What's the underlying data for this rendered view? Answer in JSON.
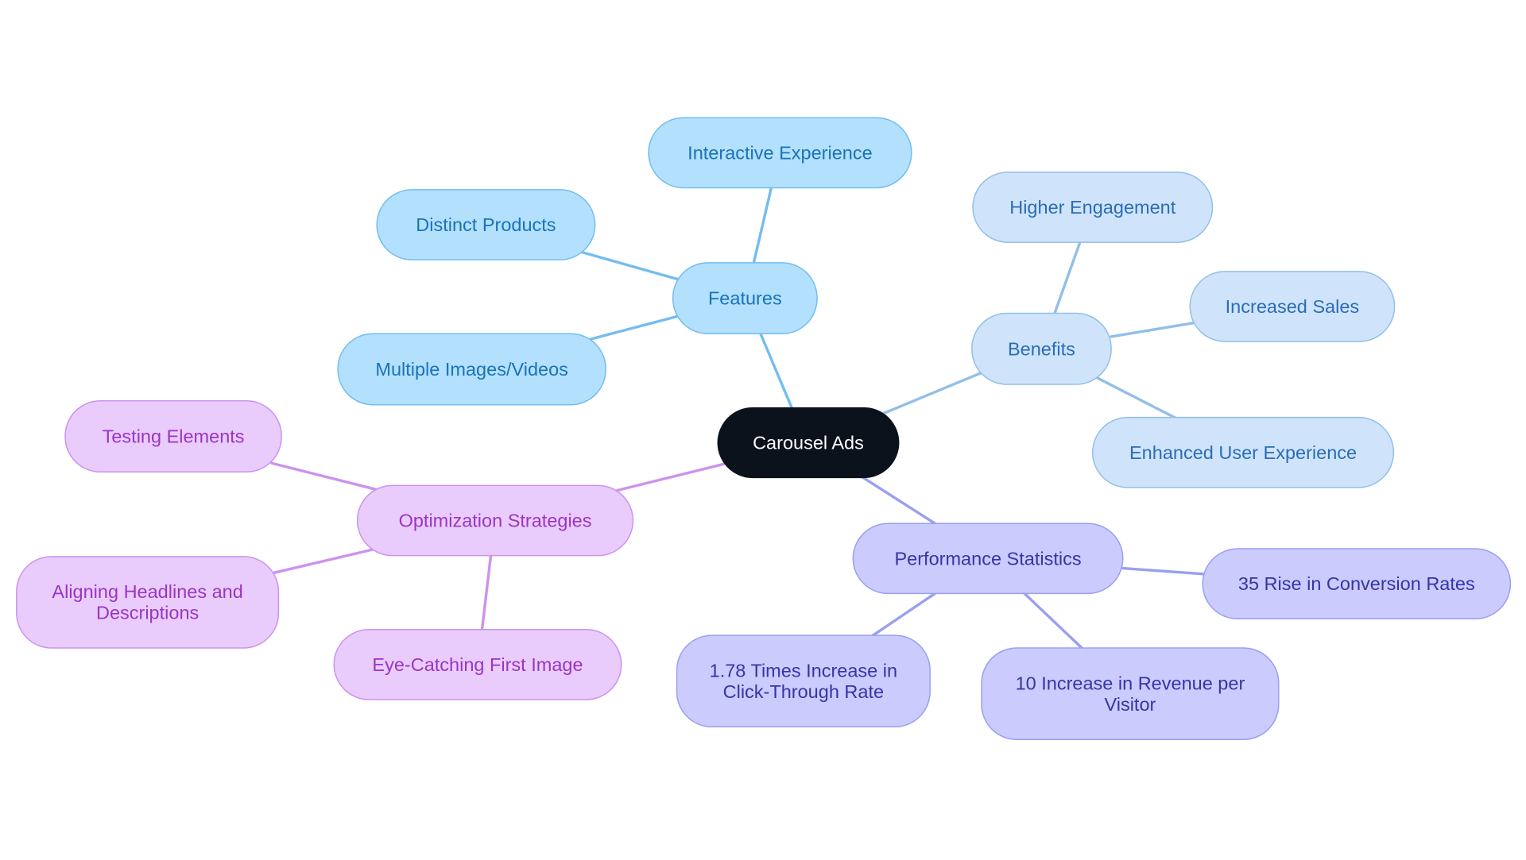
{
  "diagram": {
    "root": {
      "label": "Carousel Ads",
      "fill": "#0b121c",
      "stroke": "#0b121c",
      "text": "#ffffff"
    },
    "branches": [
      {
        "id": "features",
        "label": [
          "Features"
        ],
        "colors": {
          "fill": "#b3e0fd",
          "stroke": "#73bdf0",
          "text": "#1a73b8",
          "edge": "#73bdf0"
        },
        "children": [
          {
            "id": "interactive-experience",
            "label": [
              "Interactive Experience"
            ]
          },
          {
            "id": "distinct-products",
            "label": [
              "Distinct Products"
            ]
          },
          {
            "id": "multiple-images-videos",
            "label": [
              "Multiple Images/Videos"
            ]
          }
        ]
      },
      {
        "id": "benefits",
        "label": [
          "Benefits"
        ],
        "colors": {
          "fill": "#cfe4fa",
          "stroke": "#92bfe8",
          "text": "#2b6cb8",
          "edge": "#92bfe8"
        },
        "children": [
          {
            "id": "higher-engagement",
            "label": [
              "Higher Engagement"
            ]
          },
          {
            "id": "increased-sales",
            "label": [
              "Increased Sales"
            ]
          },
          {
            "id": "enhanced-user-experience",
            "label": [
              "Enhanced User Experience"
            ]
          }
        ]
      },
      {
        "id": "performance-statistics",
        "label": [
          "Performance Statistics"
        ],
        "colors": {
          "fill": "#cbcbfd",
          "stroke": "#9a9ff0",
          "text": "#3535a8",
          "edge": "#9a9ff0"
        },
        "children": [
          {
            "id": "conversion-rates",
            "label": [
              "35 Rise in Conversion Rates"
            ]
          },
          {
            "id": "click-through-rate",
            "label": [
              "1.78 Times Increase in",
              "Click-Through Rate"
            ]
          },
          {
            "id": "revenue-per-visitor",
            "label": [
              "10 Increase in Revenue per",
              "Visitor"
            ]
          }
        ]
      },
      {
        "id": "optimization-strategies",
        "label": [
          "Optimization Strategies"
        ],
        "colors": {
          "fill": "#e9ccfb",
          "stroke": "#cc92ef",
          "text": "#9a35c4",
          "edge": "#cc92ef"
        },
        "children": [
          {
            "id": "testing-elements",
            "label": [
              "Testing Elements"
            ]
          },
          {
            "id": "aligning-headlines",
            "label": [
              "Aligning Headlines and",
              "Descriptions"
            ]
          },
          {
            "id": "eye-catching-first-image",
            "label": [
              "Eye-Catching First Image"
            ]
          }
        ]
      }
    ]
  }
}
